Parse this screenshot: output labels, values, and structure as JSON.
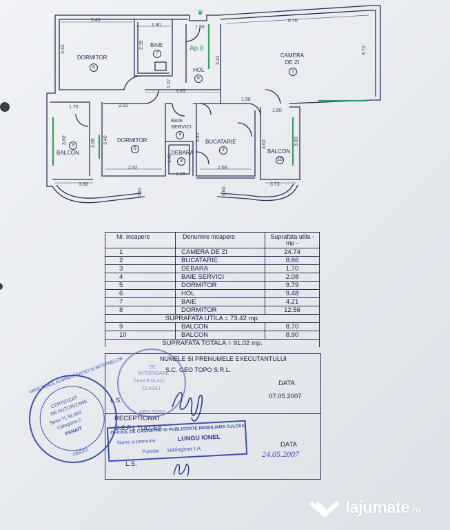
{
  "plan": {
    "apartment_label": "Ap.8",
    "rooms": [
      {
        "label": "DORMITOR",
        "num": "8"
      },
      {
        "label": "BAIE",
        "num": "7"
      },
      {
        "label": "HOL",
        "num": "6"
      },
      {
        "label": "CAMERA DE ZI",
        "num": "1"
      },
      {
        "label": "DORMITOR",
        "num": "5"
      },
      {
        "label": "BAIE SERVICI",
        "num": "4"
      },
      {
        "label": "DEBARA",
        "num": "3"
      },
      {
        "label": "BUCATARIE",
        "num": "2"
      },
      {
        "label": "BALCON",
        "num": "9"
      },
      {
        "label": "BALCON",
        "num": "10"
      }
    ],
    "dims": {
      "d1": "3.40",
      "d2": "1.80",
      "d3": "1.93",
      "d4": "6.70",
      "d5": "3.42",
      "d6": "2.39",
      "d7": "3.42",
      "d8": "3.72",
      "d9": "1.27",
      "d10": "3.85",
      "d11": "1.98",
      "d12": "1.75",
      "d13": "2.02",
      "d14": "1.80",
      "d15": "3.60",
      "d16": "3.60",
      "d17": "3.40",
      "d18": "3.40",
      "d19": "1.46",
      "d20": "3.60",
      "d21": "3.60",
      "d22": "2.92",
      "d23": "2.68",
      "d24": "1.15",
      "d25": "3.88",
      "d26": "0.60",
      "d27": "0.60",
      "d28": "3.73"
    }
  },
  "table": {
    "headers": {
      "nr": "Nr. incapere",
      "name": "Denumire incapere",
      "area": "Suprafata utila - mp -"
    },
    "rows": [
      {
        "nr": "1",
        "name": "CAMERA DE ZI",
        "area": "24.74"
      },
      {
        "nr": "2",
        "name": "BUCATARIE",
        "area": "8.86"
      },
      {
        "nr": "3",
        "name": "DEBARA",
        "area": "1.70"
      },
      {
        "nr": "4",
        "name": "BAIE SERVICI",
        "area": "2.08"
      },
      {
        "nr": "5",
        "name": "DORMITOR",
        "area": "9.79"
      },
      {
        "nr": "6",
        "name": "HOL",
        "area": "9.48"
      },
      {
        "nr": "7",
        "name": "BAIE",
        "area": "4.21"
      },
      {
        "nr": "8",
        "name": "DORMITOR",
        "area": "12.56"
      }
    ],
    "useful_total": "SUPRAFATA UTILA = 73.42 mp.",
    "balcony_rows": [
      {
        "nr": "9",
        "name": "BALCON",
        "area": "8.70"
      },
      {
        "nr": "10",
        "name": "BALCON",
        "area": "8.90"
      }
    ],
    "grand_total": "SUPRAFATA TOTALA = 91.02 mp."
  },
  "executant": {
    "title": "NUMELE SI PRENUMELE EXECUTANTULUI",
    "company": "S.C. GEO TOPO S.R.L.",
    "date_label": "DATA",
    "date": "07.05.2007",
    "signature_label": "L.S."
  },
  "receptie": {
    "title": "RECEPTIONAT",
    "office": "O.C.P.I. TULCEA",
    "stamp_line1": "OFICIUL DE CADASTRU SI PUBLICITATE IMOBILIARA TULCEA",
    "stamp_line2_label": "Nume si prenume:",
    "stamp_line2_value": "LUNGU IONEL",
    "stamp_line3_label": "Functia:",
    "stamp_line3_value": "subinginer I A",
    "date_label": "DATA",
    "date": "24.05.2007",
    "signature_label": "L.S."
  },
  "seal_round": {
    "outer": "MINISTERUL ADMINISTRATIEI SI INTERNELOR",
    "inner1": "CERTIFICAT",
    "inner2": "DE AUTORIZARE",
    "inner3": "Seria TL Nr.864",
    "inner4": "Categoria C",
    "inner5": "PANAIT",
    "inner6": "ONCIU"
  },
  "seal_round2": {
    "l1": "DE",
    "l2": "AUTORIZARE",
    "l3": "Seria B Nr.421",
    "l4": "CLASA I",
    "l5": "GEO-TOPO"
  },
  "watermark": {
    "brand": "lajumate",
    "tld": ".ro"
  },
  "colors": {
    "ink": "#2a2d55",
    "stamp_blue": "#3b4fa8",
    "window_green": "#3aa060"
  }
}
